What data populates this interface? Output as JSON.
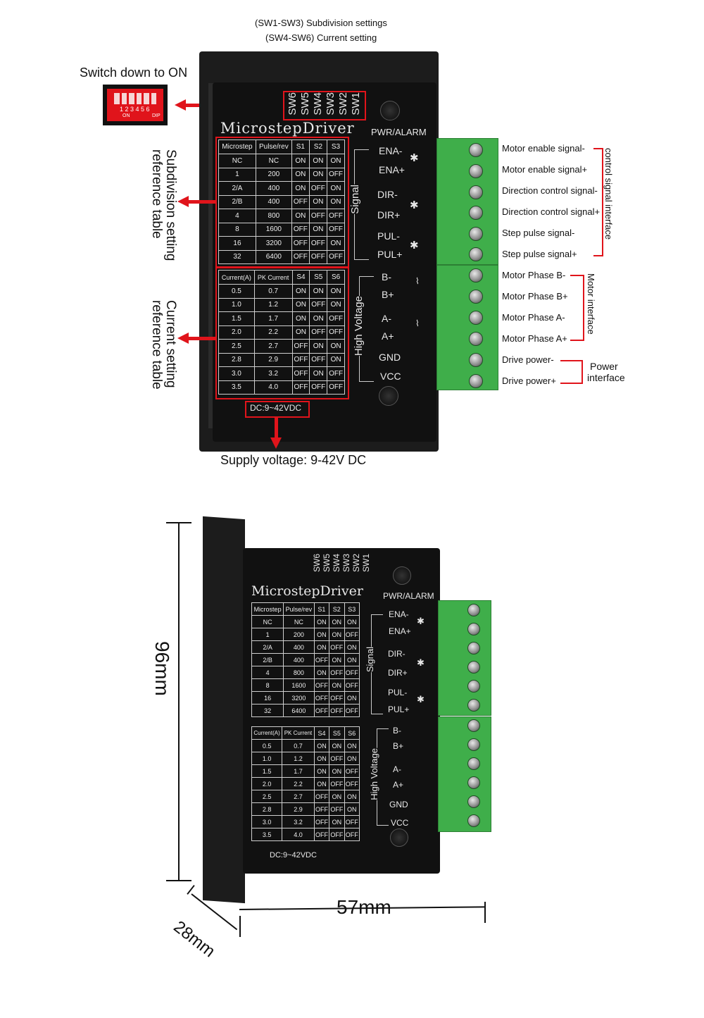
{
  "top": {
    "sw_caption_1": "(SW1-SW3) Subdivision settings",
    "sw_caption_2": "(SW4-SW6) Current setting",
    "switch_caption": "Switch down to ON",
    "dip_numbers": "1 2 3 4 5 6",
    "dip_on": "ON",
    "dip_dip": "DIP",
    "switch_labels": [
      "SW6",
      "SW5",
      "SW4",
      "SW3",
      "SW2",
      "SW1"
    ],
    "driver_title": "MicrostepDriver",
    "pwr_alarm": "PWR/ALARM",
    "subdivision_caption": "Subdivision setting reference table",
    "current_caption": "Current setting reference table",
    "dc_label": "DC:9~42VDC",
    "supply_caption": "Supply voltage: 9-42V DC",
    "signal_label": "Signal",
    "high_voltage_label": "High Voltage",
    "pins": [
      "ENA-",
      "ENA+",
      "DIR-",
      "DIR+",
      "PUL-",
      "PUL+",
      "B-",
      "B+",
      "A-",
      "A+",
      "GND",
      "VCC"
    ],
    "terminal_labels": [
      "Motor enable signal-",
      "Motor enable signal+",
      "Direction control signal-",
      "Direction control signal+",
      "Step pulse signal-",
      "Step pulse signal+",
      "Motor Phase B-",
      "Motor Phase B+",
      "Motor Phase A-",
      "Motor Phase A+",
      "Drive power-",
      "Drive power+"
    ],
    "group_control": "control signal interface",
    "group_motor": "Motor interface",
    "group_power_1": "Power",
    "group_power_2": "interface"
  },
  "microstep_table": {
    "headers": [
      "Microstep",
      "Pulse/rev",
      "S1",
      "S2",
      "S3"
    ],
    "rows": [
      [
        "NC",
        "NC",
        "ON",
        "ON",
        "ON"
      ],
      [
        "1",
        "200",
        "ON",
        "ON",
        "OFF"
      ],
      [
        "2/A",
        "400",
        "ON",
        "OFF",
        "ON"
      ],
      [
        "2/B",
        "400",
        "OFF",
        "ON",
        "ON"
      ],
      [
        "4",
        "800",
        "ON",
        "OFF",
        "OFF"
      ],
      [
        "8",
        "1600",
        "OFF",
        "ON",
        "OFF"
      ],
      [
        "16",
        "3200",
        "OFF",
        "OFF",
        "ON"
      ],
      [
        "32",
        "6400",
        "OFF",
        "OFF",
        "OFF"
      ]
    ]
  },
  "current_table": {
    "headers_top": [
      "Current(A)",
      "PK Current",
      "S4",
      "S5",
      "S6"
    ],
    "headers_bottom": [
      "Current(A)",
      "PK Current",
      "S4",
      "S5",
      "S6"
    ],
    "rows": [
      [
        "0.5",
        "0.7",
        "ON",
        "ON",
        "ON"
      ],
      [
        "1.0",
        "1.2",
        "ON",
        "OFF",
        "ON"
      ],
      [
        "1.5",
        "1.7",
        "ON",
        "ON",
        "OFF"
      ],
      [
        "2.0",
        "2.2",
        "ON",
        "OFF",
        "OFF"
      ],
      [
        "2.5",
        "2.7",
        "OFF",
        "ON",
        "ON"
      ],
      [
        "2.8",
        "2.9",
        "OFF",
        "OFF",
        "ON"
      ],
      [
        "3.0",
        "3.2",
        "OFF",
        "ON",
        "OFF"
      ],
      [
        "3.5",
        "4.0",
        "OFF",
        "OFF",
        "OFF"
      ]
    ]
  },
  "bottom": {
    "switch_labels": [
      "SW6",
      "SW5",
      "SW4",
      "SW3",
      "SW2",
      "SW1"
    ],
    "driver_title": "MicrostepDriver",
    "pwr_alarm": "PWR/ALARM",
    "dc_label": "DC:9~42VDC",
    "dim_height": "96mm",
    "dim_width": "57mm",
    "dim_depth": "28mm",
    "signal_label": "Signal",
    "high_voltage_label": "High Voltage",
    "pins": [
      "ENA-",
      "ENA+",
      "DIR-",
      "DIR+",
      "PUL-",
      "PUL+",
      "B-",
      "B+",
      "A-",
      "A+",
      "GND",
      "VCC"
    ]
  },
  "colors": {
    "accent_red": "#e0141b",
    "terminal_green": "#3fae4a",
    "body_black": "#111111"
  }
}
